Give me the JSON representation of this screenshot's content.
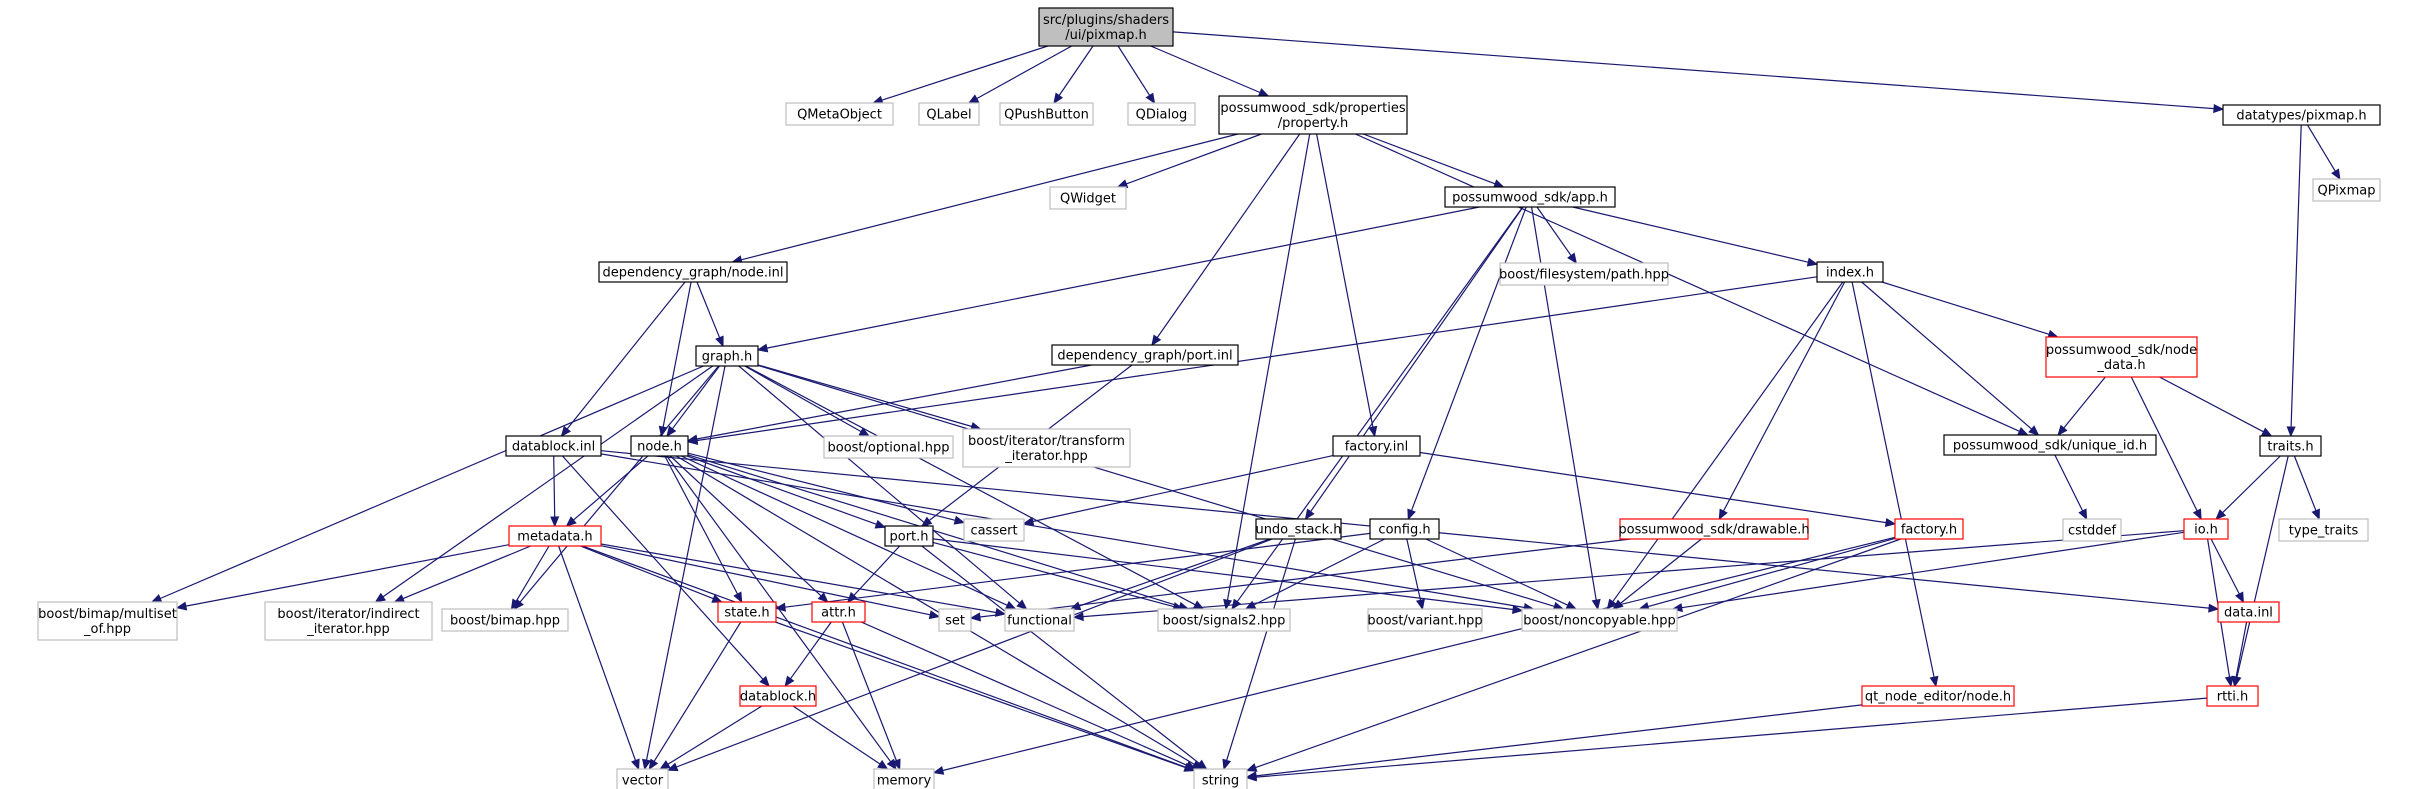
{
  "colors": {
    "edge": "#191970",
    "border_default": "#000000",
    "border_external": "#bfbfbf",
    "border_truncated": "#ff0000",
    "fill_root": "#bfbfbf",
    "fill_default": "#ffffff",
    "text": "#000000"
  },
  "nodes": [
    {
      "id": "root",
      "lines": [
        "src/plugins/shaders",
        "/ui/pixmap.h"
      ],
      "kind": "root"
    },
    {
      "id": "qmetaobject",
      "lines": [
        "QMetaObject"
      ],
      "kind": "external"
    },
    {
      "id": "qlabel",
      "lines": [
        "QLabel"
      ],
      "kind": "external"
    },
    {
      "id": "qpushbutton",
      "lines": [
        "QPushButton"
      ],
      "kind": "external"
    },
    {
      "id": "qdialog",
      "lines": [
        "QDialog"
      ],
      "kind": "external"
    },
    {
      "id": "property_h",
      "lines": [
        "possumwood_sdk/properties",
        "/property.h"
      ],
      "kind": "normal"
    },
    {
      "id": "dt_pixmap",
      "lines": [
        "datatypes/pixmap.h"
      ],
      "kind": "normal"
    },
    {
      "id": "qwidget",
      "lines": [
        "QWidget"
      ],
      "kind": "external"
    },
    {
      "id": "app_h",
      "lines": [
        "possumwood_sdk/app.h"
      ],
      "kind": "normal"
    },
    {
      "id": "qpixmap",
      "lines": [
        "QPixmap"
      ],
      "kind": "external"
    },
    {
      "id": "node_inl",
      "lines": [
        "dependency_graph/node.inl"
      ],
      "kind": "normal"
    },
    {
      "id": "fs_path",
      "lines": [
        "boost/filesystem/path.hpp"
      ],
      "kind": "external"
    },
    {
      "id": "index_h",
      "lines": [
        "index.h"
      ],
      "kind": "normal"
    },
    {
      "id": "graph_h",
      "lines": [
        "graph.h"
      ],
      "kind": "normal"
    },
    {
      "id": "port_inl",
      "lines": [
        "dependency_graph/port.inl"
      ],
      "kind": "normal"
    },
    {
      "id": "node_data",
      "lines": [
        "possumwood_sdk/node",
        "_data.h"
      ],
      "kind": "truncated"
    },
    {
      "id": "datablock_inl",
      "lines": [
        "datablock.inl"
      ],
      "kind": "normal"
    },
    {
      "id": "node_h",
      "lines": [
        "node.h"
      ],
      "kind": "normal"
    },
    {
      "id": "optional",
      "lines": [
        "boost/optional.hpp"
      ],
      "kind": "external"
    },
    {
      "id": "transform_it",
      "lines": [
        "boost/iterator/transform",
        "_iterator.hpp"
      ],
      "kind": "external"
    },
    {
      "id": "factory_inl",
      "lines": [
        "factory.inl"
      ],
      "kind": "normal"
    },
    {
      "id": "unique_id",
      "lines": [
        "possumwood_sdk/unique_id.h"
      ],
      "kind": "normal"
    },
    {
      "id": "traits_h",
      "lines": [
        "traits.h"
      ],
      "kind": "normal"
    },
    {
      "id": "metadata_h",
      "lines": [
        "metadata.h"
      ],
      "kind": "truncated"
    },
    {
      "id": "cassert",
      "lines": [
        "cassert"
      ],
      "kind": "external"
    },
    {
      "id": "port_h",
      "lines": [
        "port.h"
      ],
      "kind": "normal"
    },
    {
      "id": "undo_stack",
      "lines": [
        "undo_stack.h"
      ],
      "kind": "normal"
    },
    {
      "id": "config_h",
      "lines": [
        "config.h"
      ],
      "kind": "normal"
    },
    {
      "id": "drawable_h",
      "lines": [
        "possumwood_sdk/drawable.h"
      ],
      "kind": "truncated"
    },
    {
      "id": "factory_h",
      "lines": [
        "factory.h"
      ],
      "kind": "truncated"
    },
    {
      "id": "io_h",
      "lines": [
        "io.h"
      ],
      "kind": "truncated"
    },
    {
      "id": "cstddef",
      "lines": [
        "cstddef"
      ],
      "kind": "external"
    },
    {
      "id": "type_traits",
      "lines": [
        "type_traits"
      ],
      "kind": "external"
    },
    {
      "id": "multiset",
      "lines": [
        "boost/bimap/multiset",
        "_of.hpp"
      ],
      "kind": "external"
    },
    {
      "id": "indirect_it",
      "lines": [
        "boost/iterator/indirect",
        "_iterator.hpp"
      ],
      "kind": "external"
    },
    {
      "id": "bimap",
      "lines": [
        "boost/bimap.hpp"
      ],
      "kind": "external"
    },
    {
      "id": "state_h",
      "lines": [
        "state.h"
      ],
      "kind": "truncated"
    },
    {
      "id": "attr_h",
      "lines": [
        "attr.h"
      ],
      "kind": "truncated"
    },
    {
      "id": "set",
      "lines": [
        "set"
      ],
      "kind": "external"
    },
    {
      "id": "functional",
      "lines": [
        "functional"
      ],
      "kind": "external"
    },
    {
      "id": "signals2",
      "lines": [
        "boost/signals2.hpp"
      ],
      "kind": "external"
    },
    {
      "id": "variant",
      "lines": [
        "boost/variant.hpp"
      ],
      "kind": "external"
    },
    {
      "id": "noncopyable",
      "lines": [
        "boost/noncopyable.hpp"
      ],
      "kind": "external"
    },
    {
      "id": "data_inl",
      "lines": [
        "data.inl"
      ],
      "kind": "truncated"
    },
    {
      "id": "datablock_h",
      "lines": [
        "datablock.h"
      ],
      "kind": "truncated"
    },
    {
      "id": "qt_node",
      "lines": [
        "qt_node_editor/node.h"
      ],
      "kind": "truncated"
    },
    {
      "id": "rtti_h",
      "lines": [
        "rtti.h"
      ],
      "kind": "truncated"
    },
    {
      "id": "vector",
      "lines": [
        "vector"
      ],
      "kind": "external"
    },
    {
      "id": "memory",
      "lines": [
        "memory"
      ],
      "kind": "external"
    },
    {
      "id": "string",
      "lines": [
        "string"
      ],
      "kind": "external"
    }
  ],
  "edges": [
    [
      "root",
      "qmetaobject"
    ],
    [
      "root",
      "qlabel"
    ],
    [
      "root",
      "qpushbutton"
    ],
    [
      "root",
      "qdialog"
    ],
    [
      "root",
      "property_h"
    ],
    [
      "root",
      "dt_pixmap"
    ],
    [
      "property_h",
      "qwidget"
    ],
    [
      "property_h",
      "app_h"
    ],
    [
      "property_h",
      "node_inl"
    ],
    [
      "property_h",
      "port_inl"
    ],
    [
      "property_h",
      "factory_inl"
    ],
    [
      "property_h",
      "signals2"
    ],
    [
      "property_h",
      "unique_id"
    ],
    [
      "dt_pixmap",
      "qpixmap"
    ],
    [
      "dt_pixmap",
      "traits_h"
    ],
    [
      "app_h",
      "fs_path"
    ],
    [
      "app_h",
      "index_h"
    ],
    [
      "app_h",
      "graph_h"
    ],
    [
      "app_h",
      "undo_stack"
    ],
    [
      "app_h",
      "config_h"
    ],
    [
      "app_h",
      "signals2"
    ],
    [
      "app_h",
      "noncopyable"
    ],
    [
      "node_inl",
      "graph_h"
    ],
    [
      "node_inl",
      "node_h"
    ],
    [
      "node_inl",
      "datablock_inl"
    ],
    [
      "index_h",
      "node_data"
    ],
    [
      "index_h",
      "unique_id"
    ],
    [
      "index_h",
      "node_h"
    ],
    [
      "index_h",
      "drawable_h"
    ],
    [
      "index_h",
      "qt_node"
    ],
    [
      "index_h",
      "noncopyable"
    ],
    [
      "graph_h",
      "node_h"
    ],
    [
      "graph_h",
      "optional"
    ],
    [
      "graph_h",
      "transform_it"
    ],
    [
      "graph_h",
      "multiset"
    ],
    [
      "graph_h",
      "indirect_it"
    ],
    [
      "graph_h",
      "bimap"
    ],
    [
      "graph_h",
      "vector"
    ],
    [
      "graph_h",
      "functional"
    ],
    [
      "graph_h",
      "signals2"
    ],
    [
      "graph_h",
      "noncopyable"
    ],
    [
      "port_inl",
      "node_h"
    ],
    [
      "port_inl",
      "port_h"
    ],
    [
      "node_data",
      "unique_id"
    ],
    [
      "node_data",
      "traits_h"
    ],
    [
      "node_data",
      "io_h"
    ],
    [
      "datablock_inl",
      "metadata_h"
    ],
    [
      "datablock_inl",
      "datablock_h"
    ],
    [
      "datablock_inl",
      "noncopyable"
    ],
    [
      "datablock_inl",
      "data_inl"
    ],
    [
      "node_h",
      "metadata_h"
    ],
    [
      "node_h",
      "port_h"
    ],
    [
      "node_h",
      "state_h"
    ],
    [
      "node_h",
      "attr_h"
    ],
    [
      "node_h",
      "memory"
    ],
    [
      "node_h",
      "signals2"
    ],
    [
      "node_h",
      "cassert"
    ],
    [
      "node_h",
      "functional"
    ],
    [
      "node_h",
      "string"
    ],
    [
      "factory_inl",
      "cassert"
    ],
    [
      "factory_inl",
      "factory_h"
    ],
    [
      "unique_id",
      "cstddef"
    ],
    [
      "traits_h",
      "io_h"
    ],
    [
      "traits_h",
      "type_traits"
    ],
    [
      "traits_h",
      "rtti_h"
    ],
    [
      "metadata_h",
      "multiset"
    ],
    [
      "metadata_h",
      "indirect_it"
    ],
    [
      "metadata_h",
      "bimap"
    ],
    [
      "metadata_h",
      "state_h"
    ],
    [
      "metadata_h",
      "set"
    ],
    [
      "metadata_h",
      "functional"
    ],
    [
      "metadata_h",
      "vector"
    ],
    [
      "metadata_h",
      "string"
    ],
    [
      "port_h",
      "attr_h"
    ],
    [
      "port_h",
      "signals2"
    ],
    [
      "port_h",
      "string"
    ],
    [
      "port_h",
      "noncopyable"
    ],
    [
      "undo_stack",
      "functional"
    ],
    [
      "undo_stack",
      "vector"
    ],
    [
      "undo_stack",
      "string"
    ],
    [
      "config_h",
      "state_h"
    ],
    [
      "config_h",
      "signals2"
    ],
    [
      "config_h",
      "variant"
    ],
    [
      "config_h",
      "noncopyable"
    ],
    [
      "drawable_h",
      "noncopyable"
    ],
    [
      "drawable_h",
      "set"
    ],
    [
      "factory_h",
      "noncopyable"
    ],
    [
      "factory_h",
      "memory"
    ],
    [
      "factory_h",
      "string"
    ],
    [
      "io_h",
      "data_inl"
    ],
    [
      "io_h",
      "rtti_h"
    ],
    [
      "io_h",
      "functional"
    ],
    [
      "io_h",
      "noncopyable"
    ],
    [
      "state_h",
      "vector"
    ],
    [
      "state_h",
      "string"
    ],
    [
      "attr_h",
      "datablock_h"
    ],
    [
      "attr_h",
      "memory"
    ],
    [
      "attr_h",
      "string"
    ],
    [
      "data_inl",
      "rtti_h"
    ],
    [
      "datablock_h",
      "vector"
    ],
    [
      "datablock_h",
      "memory"
    ],
    [
      "qt_node",
      "string"
    ],
    [
      "rtti_h",
      "string"
    ]
  ]
}
